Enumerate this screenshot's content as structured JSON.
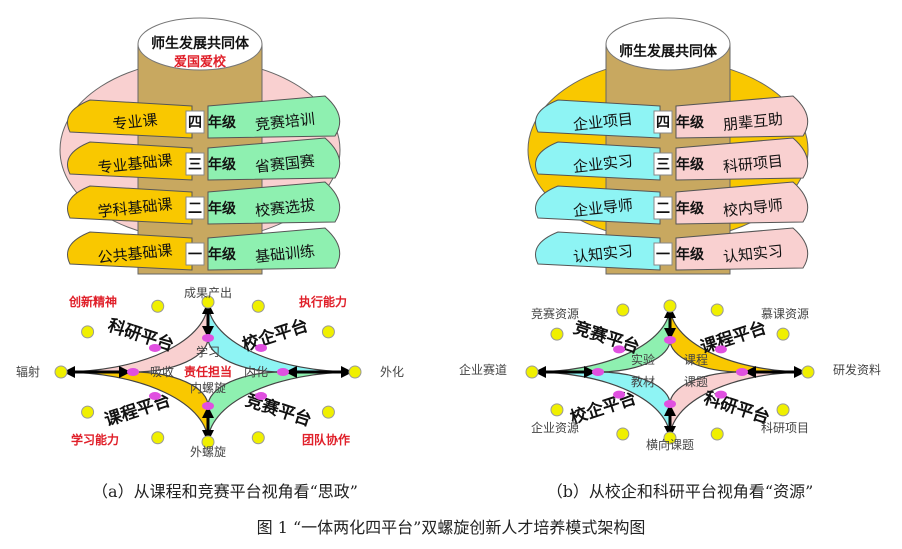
{
  "left": {
    "top_title": "师生发展共同体",
    "top_subtitle": "爱国爱校",
    "layers": [
      {
        "left": "专业课",
        "grade": "四",
        "right": "竞赛培训"
      },
      {
        "left": "专业基础课",
        "grade": "三",
        "right": "省赛国赛"
      },
      {
        "left": "学科基础课",
        "grade": "二",
        "right": "校赛选拔"
      },
      {
        "left": "公共基础课",
        "grade": "一",
        "right": "基础训练"
      }
    ],
    "grade_suffix": "年级",
    "ring": {
      "quadrants": [
        "科研平台",
        "校企平台",
        "课程平台",
        "竞赛平台"
      ],
      "colors": [
        "#f9d0d0",
        "#8ef4f4",
        "#f9c800",
        "#8ef0b0"
      ],
      "top": "成果产出",
      "bottom": "外螺旋",
      "left": "辐射",
      "right": "外化",
      "inner_top": "学习",
      "inner_left": "吸收",
      "inner_center": "责任担当",
      "inner_right": "内化",
      "inner_bottom": "内螺旋",
      "red_tl": "创新精神",
      "red_tr": "执行能力",
      "red_bl": "学习能力",
      "red_br": "团队协作"
    },
    "caption": "（a）从课程和竞赛平台视角看“思政”"
  },
  "right": {
    "top_title": "师生发展共同体",
    "layers": [
      {
        "left": "企业项目",
        "grade": "四",
        "right": "朋辈互助"
      },
      {
        "left": "企业实习",
        "grade": "三",
        "right": "科研项目"
      },
      {
        "left": "企业导师",
        "grade": "二",
        "right": "校内导师"
      },
      {
        "left": "认知实习",
        "grade": "一",
        "right": "认知实习"
      }
    ],
    "grade_suffix": "年级",
    "ring": {
      "quadrants": [
        "竞赛平台",
        "课程平台",
        "校企平台",
        "科研平台"
      ],
      "colors": [
        "#8ef0b0",
        "#f9c800",
        "#8ef4f4",
        "#f9d0d0"
      ],
      "tl": "竞赛资源",
      "tr": "慕课资源",
      "left": "企业赛道",
      "right": "研发资料",
      "bl": "企业资源",
      "br": "科研项目",
      "bottom": "横向课题",
      "inner_1": "实验",
      "inner_2": "课程",
      "inner_3": "教材",
      "inner_4": "课题"
    },
    "caption": "（b）从校企和科研平台视角看“资源”"
  },
  "figure_title": "图 1 “一体两化四平台”双螺旋创新人才培养模式架构图"
}
